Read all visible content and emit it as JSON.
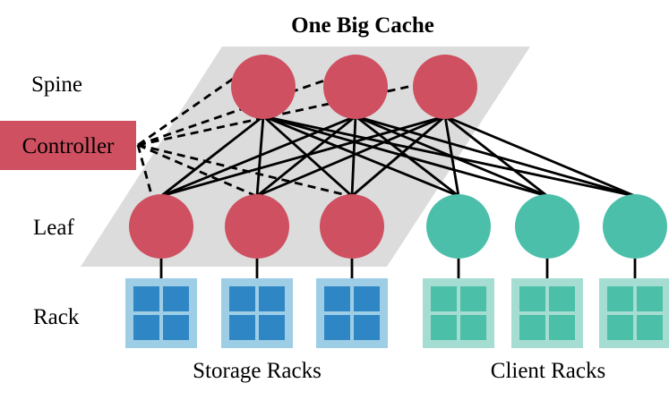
{
  "title": "One Big Cache",
  "layers": {
    "spine": "Spine",
    "leaf": "Leaf",
    "rack": "Rack"
  },
  "controller": {
    "label": "Controller"
  },
  "groups": {
    "storage": "Storage Racks",
    "client": "Client Racks"
  },
  "colors": {
    "storage_node": "#cf5060",
    "client_node": "#4cbfaa",
    "storage_rack_outer": "#9ecde6",
    "storage_rack_inner": "#2f86c4",
    "client_rack_outer": "#a6ddd2",
    "client_rack_inner": "#4bbfa7",
    "cache_region": "#dcdcdc"
  },
  "topology": {
    "spine_count": 3,
    "storage_leaf_count": 3,
    "client_leaf_count": 3,
    "controller_links": [
      "spine-1",
      "spine-2",
      "spine-3",
      "leaf-1",
      "leaf-2",
      "leaf-3"
    ]
  }
}
